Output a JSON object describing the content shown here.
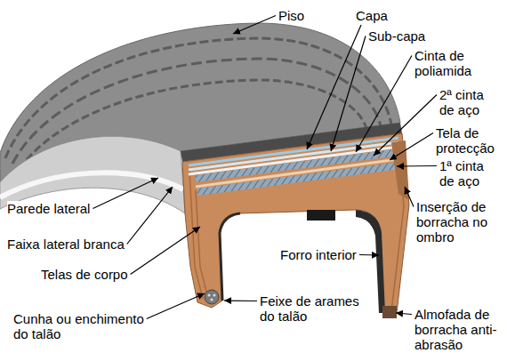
{
  "diagram": {
    "labels": [
      "Piso",
      "Capa",
      "Sub-capa",
      "Cinta de poliamida",
      "2ª cinta de aço",
      "Tela de protecção",
      "1ª cinta de aço",
      "Parede lateral",
      "Inserção de borracha no ombro",
      "Faixa lateral branca",
      "Telas de corpo",
      "Forro interior",
      "Feixe de arames do talão",
      "Cunha ou enchimento do talão",
      "Almofada de borracha anti-abrasão"
    ]
  }
}
